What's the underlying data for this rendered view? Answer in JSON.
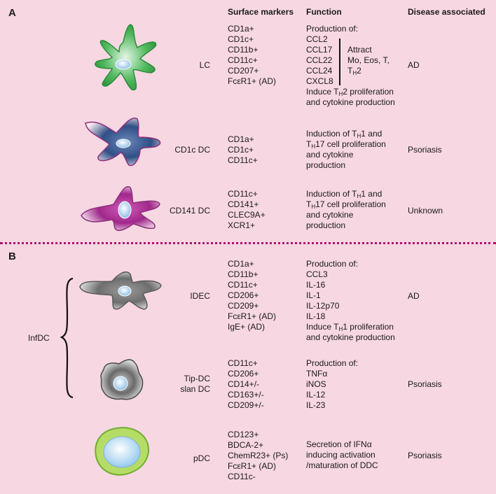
{
  "sections": {
    "a_label": "A",
    "b_label": "B"
  },
  "headers": {
    "surface_markers": "Surface markers",
    "function": "Function",
    "disease": "Disease associated"
  },
  "colors": {
    "background": "#f7d7e2",
    "divider": "#b0106c",
    "lc_cell": "#3aa64a",
    "cd1c_cell": "#2f4f86",
    "cd141_cell": "#a0288a",
    "idec_cell": "#6e6e6e",
    "tipdc_cell": "#7a7a7a",
    "pdc_outer": "#8cc63f",
    "pdc_inner": "#a8d4ef"
  },
  "rows": {
    "lc": {
      "name": "LC",
      "icon": "langerhans-cell-icon",
      "markers": [
        "CD1a+",
        "CD1c+",
        "CD11b+",
        "CD11c+",
        "CD207+",
        "FcεR1+ (AD)"
      ],
      "function": {
        "intro": "Production of:",
        "chemokines": [
          "CCL2",
          "CCL17",
          "CCL22",
          "CCL24",
          "CXCL8"
        ],
        "bracket_text": [
          "Attract",
          "Mo, Eos, T,"
        ],
        "th_prefix": "T",
        "th_sub": "H",
        "th_suffix": "2",
        "induce_prefix": "Induce T",
        "induce_sub": "H",
        "induce_suffix": "2 proliferation",
        "induce_line2": "and cytokine production"
      },
      "disease": "AD"
    },
    "cd1c": {
      "name": "CD1c DC",
      "icon": "cd1c-dendritic-cell-icon",
      "markers": [
        "CD1a+",
        "CD1c+",
        "CD11c+"
      ],
      "function": {
        "l1_prefix": "Induction of T",
        "l1_sub": "H",
        "l1_suffix": "1 and",
        "l2_prefix": "T",
        "l2_sub": "H",
        "l2_suffix": "17 cell proliferation",
        "l3": "and cytokine",
        "l4": "production"
      },
      "disease": "Psoriasis"
    },
    "cd141": {
      "name": "CD141 DC",
      "icon": "cd141-dendritic-cell-icon",
      "markers": [
        "CD11c+",
        "CD141+",
        "CLEC9A+",
        "XCR1+"
      ],
      "function": {
        "l1_prefix": "Induction of T",
        "l1_sub": "H",
        "l1_suffix": "1 and",
        "l2_prefix": "T",
        "l2_sub": "H",
        "l2_suffix": "17 cell proliferation",
        "l3": "and cytokine",
        "l4": "production"
      },
      "disease": "Unknown"
    },
    "idec": {
      "name": "IDEC",
      "icon": "idec-cell-icon",
      "markers": [
        "CD1a+",
        "CD11b+",
        "CD11c+",
        "CD206+",
        "CD209+",
        "FcεR1+ (AD)",
        "IgE+ (AD)"
      ],
      "function": {
        "lines": [
          "Production of:",
          "CCL3",
          "IL-16",
          "IL-1",
          "IL-12p70",
          "IL-18"
        ],
        "induce_prefix": "Induce T",
        "induce_sub": "H",
        "induce_suffix": "1 proliferation",
        "induce_line2": "and cytokine production"
      },
      "disease": "AD"
    },
    "tipdc": {
      "name_line1": "Tip-DC",
      "name_line2": "slan DC",
      "icon": "tip-dc-cell-icon",
      "markers": [
        "CD11c+",
        "CD206+",
        "CD14+/-",
        "CD163+/-",
        "CD209+/-"
      ],
      "function": {
        "lines": [
          "Production of:",
          "TNFα",
          "iNOS",
          "IL-12",
          "IL-23"
        ]
      },
      "disease": "Psoriasis"
    },
    "pdc": {
      "name": "pDC",
      "icon": "pdc-cell-icon",
      "markers": [
        "CD123+",
        "BDCA-2+",
        "ChemR23+ (Ps)",
        "FcεR1+ (AD)",
        "CD11c-"
      ],
      "function": {
        "lines": [
          "Secretion of IFNα",
          "inducing activation",
          "/maturation of DDC"
        ]
      },
      "disease": "Psoriasis"
    }
  },
  "infdc": {
    "label": "InfDC"
  }
}
